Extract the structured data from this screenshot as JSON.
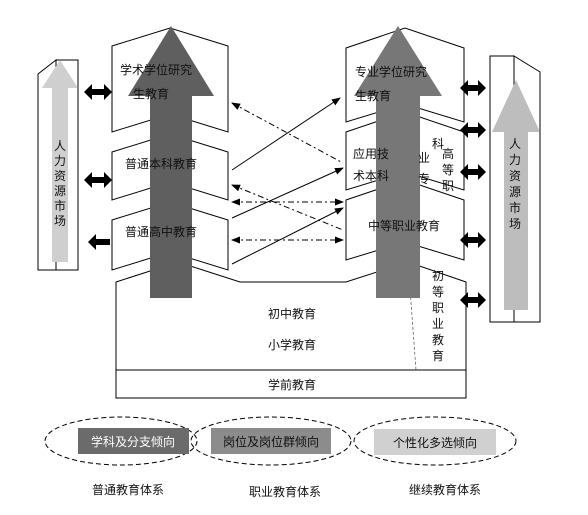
{
  "left_market": [
    "人",
    "力",
    "资",
    "源",
    "市",
    "场"
  ],
  "right_market": [
    "人",
    "力",
    "资",
    "源",
    "市",
    "场"
  ],
  "general": {
    "academic_grad_1": "学术学位研究",
    "academic_grad_2": "生教育",
    "undergrad": "普通本科教育",
    "high_school": "普通高中教育"
  },
  "vocational": {
    "prof_grad_1": "专业学位研究",
    "prof_grad_2": "生教育",
    "applied_1": "应用技",
    "applied_2": "术本科",
    "higher_voc": [
      "高",
      "等",
      "职"
    ],
    "specialty": [
      "专",
      "科"
    ],
    "specialty_prefix": "业",
    "secondary_voc": "中等职业教育",
    "primary_voc": [
      "初",
      "等",
      "职",
      "业",
      "教",
      "育"
    ]
  },
  "base": {
    "junior_high": "初中教育",
    "primary": "小学教育",
    "preschool": "学前教育"
  },
  "legend": {
    "item1": "学科及分支倾向",
    "item2": "岗位及岗位群倾向",
    "item3": "个性化多选倾向"
  },
  "captions": {
    "c1": "普通教育体系",
    "c2": "职业教育体系",
    "c3": "继续教育体系"
  },
  "colors": {
    "dark_arrow": "#5f5f5f",
    "light_arrow": "#bdbdbd",
    "legend_dark": "#6b6b6b",
    "legend_mid": "#8c8c8c",
    "legend_light": "#d0d0d0"
  }
}
